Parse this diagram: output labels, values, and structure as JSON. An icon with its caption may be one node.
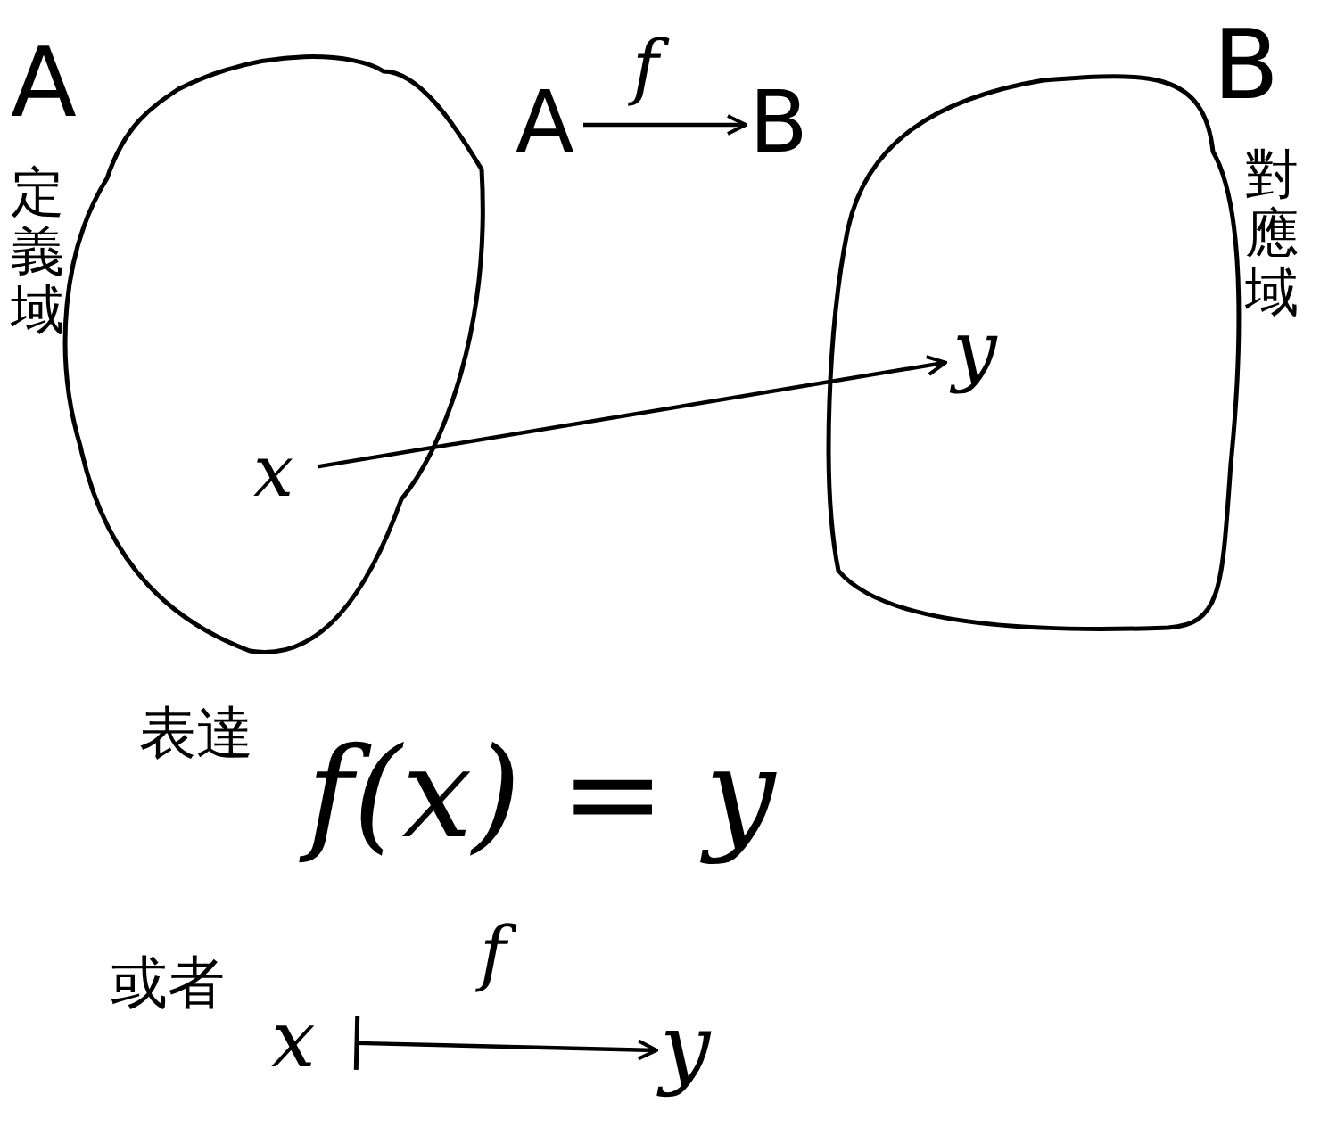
{
  "diagram": {
    "nodes": [
      {
        "text": [
          "A",
          "定義域"
        ]
      },
      {
        "text": [
          "x"
        ],
        "in": 0
      },
      {
        "text": [
          "B",
          "對應域"
        ]
      },
      {
        "text": [
          "y"
        ],
        "in": 2
      },
      {
        "text": [
          "A"
        ]
      },
      {
        "text": [
          "B"
        ]
      },
      {
        "text": [
          "x"
        ]
      },
      {
        "text": [
          "y"
        ]
      }
    ],
    "edges": [
      {
        "from": 1,
        "to": 3,
        "arrow": "to"
      },
      {
        "from": 4,
        "to": 5,
        "arrow": "to",
        "label": "f"
      },
      {
        "from": 6,
        "to": 7,
        "arrow": "to",
        "label": "f"
      }
    ],
    "labels": [
      "表達",
      "f(x) = y",
      "或者"
    ]
  }
}
